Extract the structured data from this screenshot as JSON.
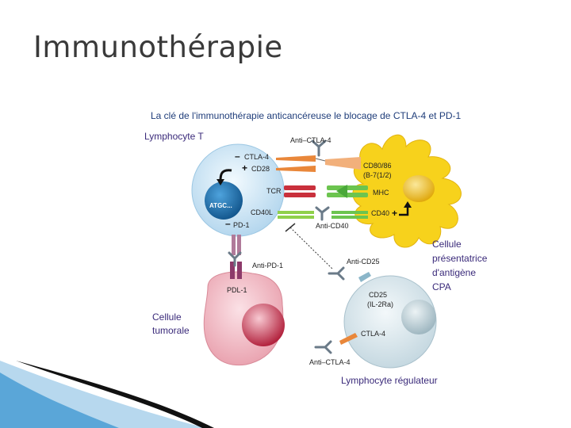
{
  "slide": {
    "title": "Immunothérapie"
  },
  "figure": {
    "heading": "La clé de l'immunothérapie anticancéreuse le blocage de CTLA-4 et PD-1",
    "cells": {
      "t_cell": "Lymphocyte T",
      "apc": [
        "Cellule",
        "présentatrice",
        "d'antigène",
        "CPA"
      ],
      "tumor": [
        "Cellule",
        "tumorale"
      ],
      "treg": "Lymphocyte régulateur"
    },
    "molecules": {
      "ctla4": "CTLA-4",
      "cd28": "CD28",
      "tcr": "TCR",
      "cd40l": "CD40L",
      "pd1": "PD-1",
      "cd80_86": "CD80/86",
      "b7": "(B-7(1/2)",
      "mhc": "MHC",
      "cd40": "CD40",
      "pdl1": "PDL-1",
      "cd25": "CD25",
      "il2ra": "(IL-2Ra)",
      "ctla4_treg": "CTLA-4",
      "atgc": "ATGC..."
    },
    "antibodies": {
      "anti_ctla4_top": "Anti–CTLA-4",
      "anti_cd40": "Anti-CD40",
      "anti_pd1": "Anti-PD-1",
      "anti_cd25": "Anti-CD25",
      "anti_ctla4_bottom": "Anti–CTLA-4"
    },
    "signs": {
      "minus": "–",
      "plus": "+"
    }
  },
  "colors": {
    "heading": "#1f3d7a",
    "label": "#3a2a7a",
    "tcell": "#cfe6f5",
    "apc": "#f7d21c",
    "tumor": "#f0b7c0",
    "treg": "#dbe8ee",
    "accent_blue": "#1c5fa0"
  }
}
